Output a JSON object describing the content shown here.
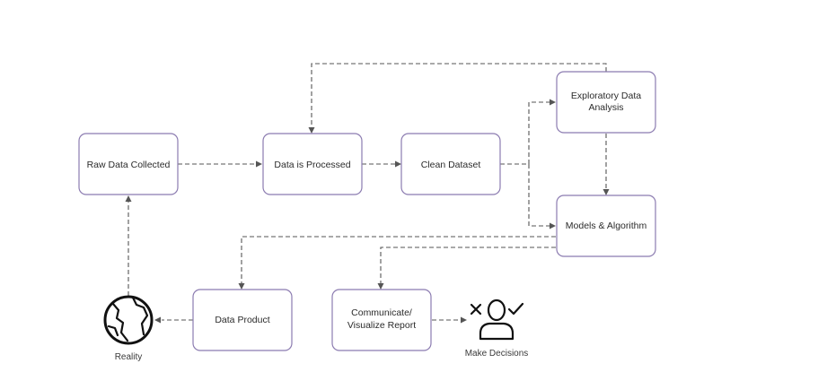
{
  "diagram": {
    "nodes": {
      "raw_data_collected": "Raw Data Collected",
      "data_is_processed": "Data is Processed",
      "clean_dataset": "Clean Dataset",
      "exploratory_data_analysis": [
        "Exploratory Data",
        "Analysis"
      ],
      "models_algorithm": "Models & Algorithm",
      "data_product": "Data Product",
      "communicate_visualize_report": [
        "Communicate/",
        "Visualize Report"
      ]
    },
    "icons": {
      "reality": {
        "icon": "globe-icon",
        "label": "Reality"
      },
      "make_decisions": {
        "icon": "decision-person-icon",
        "label": "Make Decisions"
      }
    }
  }
}
